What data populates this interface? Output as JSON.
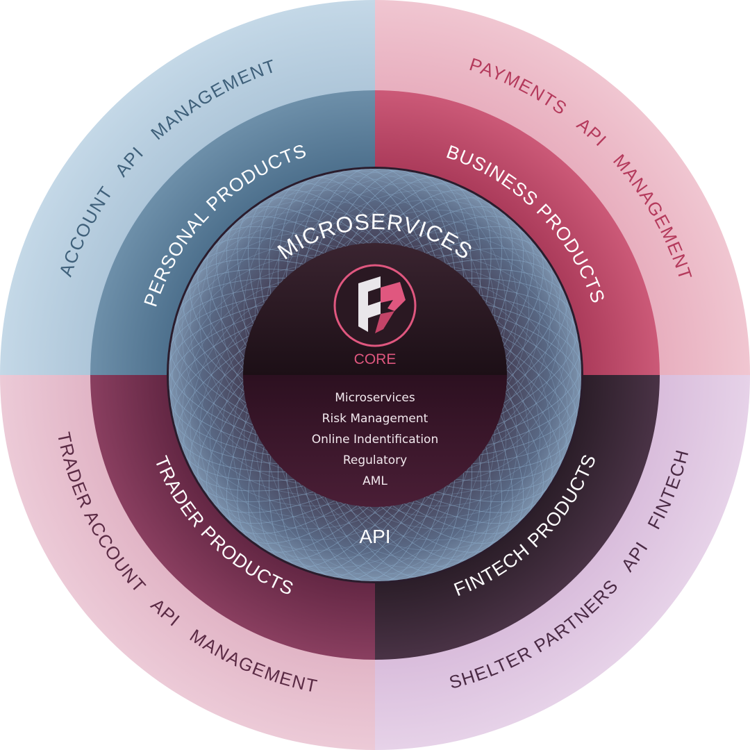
{
  "outer_ring": {
    "top_left": "ACCOUNT   API   MANAGEMENT",
    "top_right": "PAYMENTS   API   MANAGEMENT",
    "bottom_left": "TRADER ACCOUNT   API   MANAGEMENT",
    "bottom_right": "SHELTER PARTNERS   API   FINTECH"
  },
  "middle_ring": {
    "top_left": "PERSONAL PRODUCTS",
    "top_right": "BUSINESS PRODUCTS",
    "bottom_left": "TRADER PRODUCTS",
    "bottom_right": "FINTECH PRODUCTS"
  },
  "mesh_ring": {
    "top": "MICROSERVICES",
    "bottom": "API"
  },
  "core": {
    "title": "CORE",
    "logo_icon": "brand-logo-icon",
    "items": [
      "Microservices",
      "Risk Management",
      "Online Indentification",
      "Regulatory",
      "AML"
    ]
  },
  "colors": {
    "outer_top_left": "#b9cfe0",
    "outer_top_right": "#ecbcc8",
    "outer_bottom_left": "#e8c0cf",
    "outer_bottom_right": "#e0c8e2",
    "middle_top_left": "#4f7590",
    "middle_top_right": "#b33a5c",
    "middle_bottom_left": "#6b2a48",
    "middle_bottom_right": "#2e1f2a",
    "core_dark": "#24121c",
    "core_light": "#3b1a2c",
    "accent_pink": "#e0577f",
    "text_outer_blue": "#3f607a",
    "text_outer_pink": "#b43a5c",
    "text_outer_plum": "#5a2a44",
    "text_white": "#ffffff"
  }
}
